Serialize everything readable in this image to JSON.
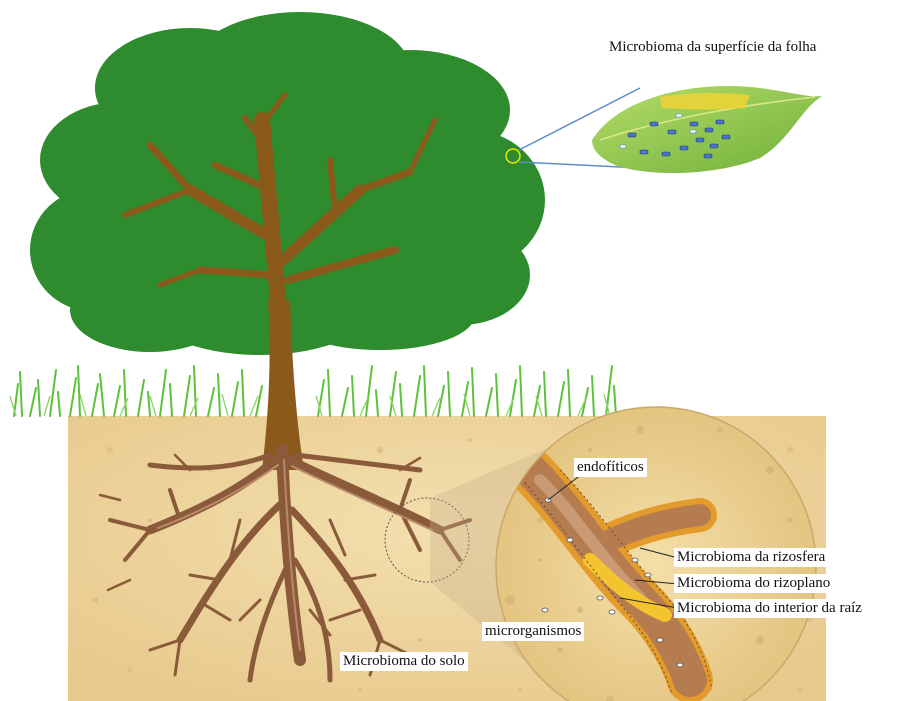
{
  "labels": {
    "leaf_microbiome": "Microbioma da superfície da folha",
    "endophytes": "endofíticos",
    "rhizosphere": "Microbioma da rizosfera",
    "rhizoplane": "Microbioma do rizoplano",
    "root_interior": "Microbioma do interior da raíz",
    "microorganisms": "microrganismos",
    "soil_microbiome": "Microbioma do solo"
  },
  "colors": {
    "canopy": "#2e8b2e",
    "trunk": "#8b5a1b",
    "root": "#8a5a3a",
    "soil": "#f0d9a6",
    "grass": "#5fc03c",
    "leaf": "#8cc63f",
    "leaf_patch": "#e8d23a",
    "microbe": "#4a73c9",
    "root_core": "#f4c430",
    "callout_line": "#5a8fc9"
  }
}
